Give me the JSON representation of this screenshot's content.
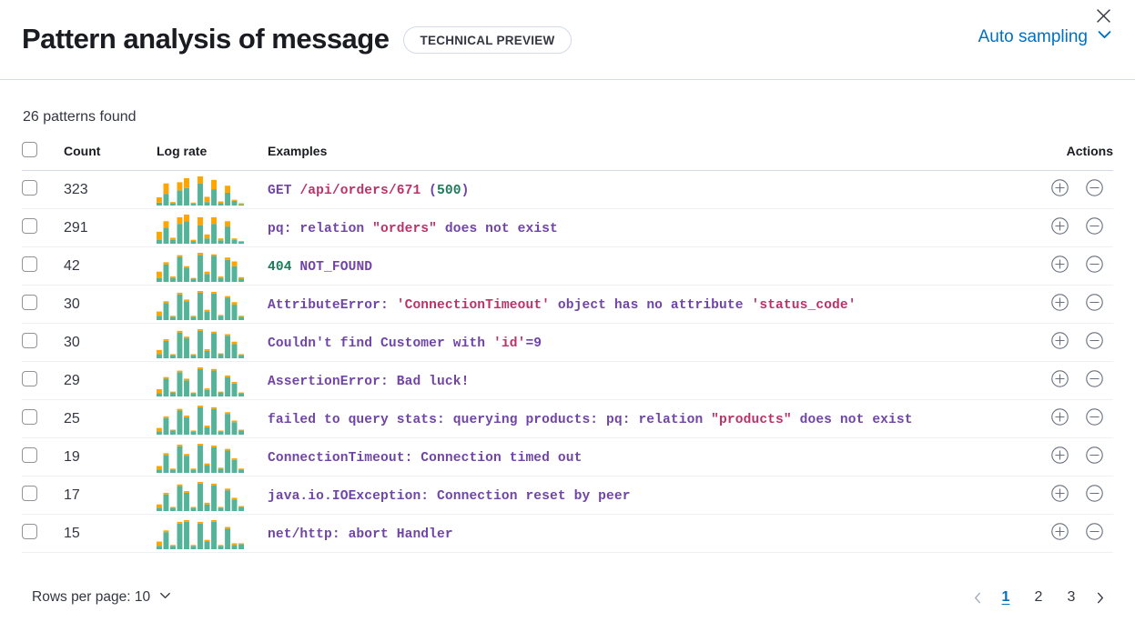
{
  "header": {
    "title": "Pattern analysis of message",
    "badge": "TECHNICAL PREVIEW",
    "sampling_label": "Auto sampling",
    "chevron_icon": "chevron-down-icon",
    "close_icon": "close-icon",
    "accent_color": "#0071c2"
  },
  "summary": {
    "patterns_found": "26 patterns found"
  },
  "table": {
    "columns": {
      "select_all": "",
      "count": "Count",
      "log_rate": "Log rate",
      "examples": "Examples",
      "actions": "Actions"
    },
    "rows": [
      {
        "count": "323",
        "example_plain": "GET /api/orders/671 (500)",
        "tokens": [
          {
            "t": "GET ",
            "c": "tok-default"
          },
          {
            "t": "/api/orders/671",
            "c": "tok-path"
          },
          {
            "t": " (",
            "c": "tok-default"
          },
          {
            "t": "500",
            "c": "tok-num"
          },
          {
            "t": ")",
            "c": "tok-default"
          }
        ],
        "spark": {
          "teal": [
            5,
            20,
            4,
            26,
            30,
            3,
            38,
            6,
            28,
            4,
            22,
            8,
            2
          ],
          "orange": [
            9,
            18,
            2,
            14,
            17,
            2,
            12,
            9,
            16,
            3,
            12,
            2,
            2
          ]
        }
      },
      {
        "count": "291",
        "example_plain": "pq: relation \"orders\" does not exist",
        "tokens": [
          {
            "t": "pq: relation ",
            "c": "tok-default"
          },
          {
            "t": "\"orders\"",
            "c": "tok-str"
          },
          {
            "t": " does not exist",
            "c": "tok-default"
          }
        ],
        "spark": {
          "teal": [
            6,
            24,
            6,
            30,
            34,
            4,
            28,
            8,
            30,
            5,
            26,
            6,
            3
          ],
          "orange": [
            12,
            10,
            3,
            10,
            10,
            2,
            12,
            6,
            10,
            3,
            8,
            2,
            1
          ]
        }
      },
      {
        "count": "42",
        "example_plain": "404 NOT_FOUND",
        "tokens": [
          {
            "t": "404",
            "c": "tok-num"
          },
          {
            "t": " NOT_FOUND",
            "c": "tok-default"
          }
        ],
        "spark": {
          "teal": [
            5,
            22,
            5,
            32,
            18,
            4,
            34,
            10,
            33,
            5,
            28,
            20,
            4
          ],
          "orange": [
            8,
            3,
            2,
            2,
            2,
            1,
            3,
            3,
            2,
            2,
            3,
            6,
            2
          ]
        }
      },
      {
        "count": "30",
        "example_plain": "AttributeError: 'ConnectionTimeout' object has no attribute 'status_code'",
        "tokens": [
          {
            "t": "AttributeError: ",
            "c": "tok-default"
          },
          {
            "t": "'ConnectionTimeout'",
            "c": "tok-str"
          },
          {
            "t": " object has no attribute ",
            "c": "tok-default"
          },
          {
            "t": "'status_code'",
            "c": "tok-str"
          }
        ],
        "spark": {
          "teal": [
            5,
            20,
            4,
            30,
            22,
            4,
            32,
            10,
            31,
            5,
            26,
            18,
            4
          ],
          "orange": [
            5,
            2,
            1,
            2,
            2,
            1,
            2,
            2,
            2,
            1,
            2,
            3,
            1
          ]
        }
      },
      {
        "count": "30",
        "example_plain": "Couldn't find Customer with 'id'=9",
        "tokens": [
          {
            "t": "Couldn't find Customer with ",
            "c": "tok-default"
          },
          {
            "t": "'id'",
            "c": "tok-str"
          },
          {
            "t": "=9",
            "c": "tok-default"
          }
        ],
        "spark": {
          "teal": [
            5,
            21,
            4,
            31,
            24,
            4,
            33,
            9,
            30,
            5,
            27,
            17,
            4
          ],
          "orange": [
            5,
            2,
            1,
            2,
            2,
            1,
            2,
            2,
            2,
            1,
            2,
            3,
            1
          ]
        }
      },
      {
        "count": "29",
        "example_plain": "AssertionError: Bad luck!",
        "tokens": [
          {
            "t": "AssertionError: Bad luck!",
            "c": "tok-default"
          }
        ],
        "spark": {
          "teal": [
            4,
            22,
            5,
            30,
            20,
            4,
            34,
            8,
            32,
            5,
            24,
            16,
            4
          ],
          "orange": [
            5,
            2,
            1,
            2,
            2,
            1,
            2,
            2,
            2,
            1,
            2,
            2,
            1
          ]
        }
      },
      {
        "count": "25",
        "example_plain": "failed to query stats: querying products: pq: relation \"products\" does not exist",
        "tokens": [
          {
            "t": "failed to query stats: querying products: pq: relation ",
            "c": "tok-default"
          },
          {
            "t": "\"products\"",
            "c": "tok-str"
          },
          {
            "t": " does not exist",
            "c": "tok-default"
          }
        ],
        "spark": {
          "teal": [
            4,
            20,
            5,
            29,
            21,
            4,
            33,
            9,
            31,
            4,
            25,
            15,
            5
          ],
          "orange": [
            4,
            2,
            1,
            2,
            2,
            1,
            2,
            2,
            2,
            1,
            2,
            2,
            1
          ]
        }
      },
      {
        "count": "19",
        "example_plain": "ConnectionTimeout: Connection timed out",
        "tokens": [
          {
            "t": "ConnectionTimeout: Connection timed out",
            "c": "tok-default"
          }
        ],
        "spark": {
          "teal": [
            4,
            21,
            4,
            31,
            20,
            4,
            32,
            9,
            30,
            5,
            26,
            15,
            4
          ],
          "orange": [
            4,
            2,
            1,
            2,
            2,
            1,
            2,
            2,
            2,
            1,
            2,
            2,
            1
          ]
        }
      },
      {
        "count": "17",
        "example_plain": "java.io.IOException: Connection reset by peer",
        "tokens": [
          {
            "t": "java.io.IOException: Connection reset by peer",
            "c": "tok-default"
          }
        ],
        "spark": {
          "teal": [
            4,
            20,
            4,
            30,
            22,
            4,
            33,
            8,
            31,
            4,
            25,
            14,
            5
          ],
          "orange": [
            4,
            2,
            1,
            2,
            2,
            1,
            2,
            2,
            2,
            1,
            2,
            2,
            1
          ]
        }
      },
      {
        "count": "15",
        "example_plain": "net/http: abort Handler",
        "tokens": [
          {
            "t": "net/http: abort Handler",
            "c": "tok-default"
          }
        ],
        "spark": {
          "teal": [
            4,
            20,
            4,
            30,
            32,
            4,
            30,
            9,
            32,
            4,
            24,
            5,
            6
          ],
          "orange": [
            5,
            2,
            1,
            2,
            2,
            1,
            2,
            2,
            2,
            1,
            2,
            2,
            1
          ]
        }
      }
    ],
    "action_icons": {
      "add": "plus-in-circle-icon",
      "remove": "minus-in-circle-icon"
    }
  },
  "footer": {
    "rows_per_page": "Rows per page: 10",
    "rows_chevron_icon": "chevron-down-icon",
    "prev_icon": "chevron-left-icon",
    "next_icon": "chevron-right-icon",
    "pages": [
      "1",
      "2",
      "3"
    ],
    "active_page": "1"
  },
  "colors": {
    "spark_teal": "#54b399",
    "spark_orange": "#ffa400",
    "border": "#d3dae6",
    "row_border": "#eef0f3"
  }
}
